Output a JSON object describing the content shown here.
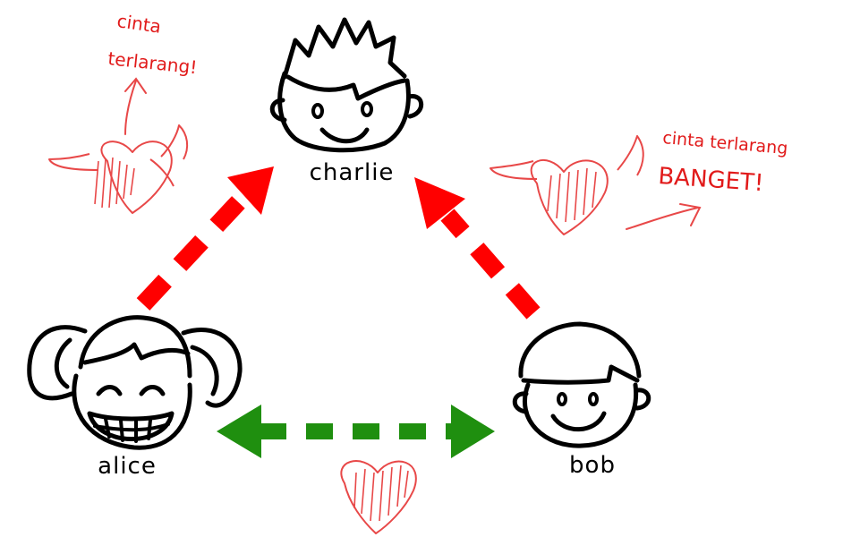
{
  "people": {
    "charlie": {
      "name": "charlie"
    },
    "alice": {
      "name": "alice"
    },
    "bob": {
      "name": "bob"
    }
  },
  "notes": {
    "left": {
      "line1": "cinta",
      "line2": "terlarang!"
    },
    "right": {
      "line1": "cinta terlarang",
      "line2": "BANGET!"
    }
  },
  "relations": [
    {
      "from": "alice",
      "to": "charlie",
      "style": "dashed-arrow",
      "color": "#ff0000"
    },
    {
      "from": "bob",
      "to": "charlie",
      "style": "dashed-arrow",
      "color": "#ff0000"
    },
    {
      "from": "alice",
      "to": "bob",
      "style": "dashed-double-arrow",
      "color": "#1f8f0f"
    }
  ],
  "colors": {
    "love": "#e11a1a",
    "ink": "#000000"
  }
}
